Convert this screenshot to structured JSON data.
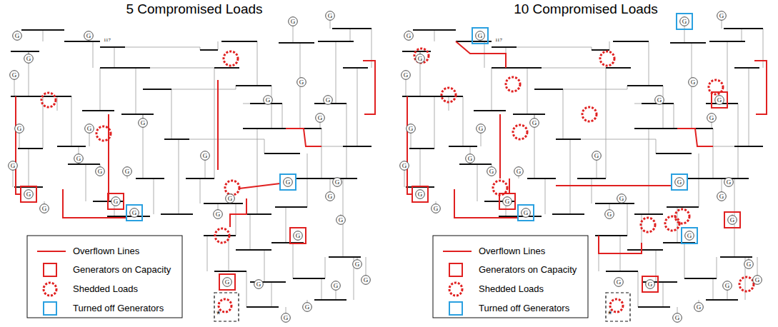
{
  "diagram": {
    "nodes": [
      {
        "text": [
          "G"
        ]
      },
      {
        "text": [
          "G"
        ]
      },
      {
        "text": [
          "G"
        ]
      },
      {
        "text": [
          "G"
        ]
      },
      {
        "text": [
          "G"
        ]
      },
      {
        "text": [
          "G"
        ]
      },
      {
        "text": [
          "G"
        ]
      },
      {
        "text": [
          "G"
        ]
      },
      {
        "text": [
          "G"
        ]
      },
      {
        "text": [
          "G"
        ]
      },
      {
        "text": [
          "G"
        ]
      },
      {
        "text": [
          "G"
        ]
      },
      {
        "text": [
          "G"
        ]
      },
      {
        "text": [
          "G"
        ]
      },
      {
        "text": [
          "G"
        ]
      },
      {
        "text": [
          "G"
        ]
      },
      {
        "text": [
          "G"
        ]
      },
      {
        "text": [
          "G"
        ]
      },
      {
        "text": [
          "G"
        ]
      },
      {
        "text": [
          "G"
        ]
      },
      {
        "text": [
          "G"
        ]
      },
      {
        "text": [
          "G"
        ]
      },
      {
        "text": [
          "G"
        ]
      },
      {
        "text": [
          "G"
        ]
      },
      {
        "text": [
          "G"
        ]
      },
      {
        "text": [
          "G"
        ]
      },
      {
        "text": [
          "G"
        ]
      },
      {
        "text": [
          "G"
        ]
      },
      {
        "text": [
          "G"
        ]
      },
      {
        "text": [
          "G"
        ]
      },
      {
        "text": [
          "G"
        ]
      },
      {
        "text": [
          "G"
        ]
      },
      {
        "text": [
          "G"
        ]
      },
      {
        "text": [
          "G"
        ]
      },
      {
        "text": [
          "G"
        ]
      },
      {
        "text": [
          "G"
        ]
      },
      {
        "text": [
          "G"
        ]
      },
      {
        "text": [
          "G"
        ]
      },
      {
        "text": [
          "G"
        ]
      },
      {
        "text": [
          "G"
        ]
      },
      {
        "text": [
          "G"
        ]
      },
      {
        "text": [
          "G"
        ]
      },
      {
        "text": [
          "G"
        ]
      },
      {
        "text": [
          "G"
        ]
      },
      {
        "text": [
          "G"
        ]
      },
      {
        "text": [
          "G"
        ]
      },
      {
        "text": [
          "G"
        ]
      },
      {
        "text": [
          "G"
        ]
      },
      {
        "text": [
          "G"
        ]
      },
      {
        "text": [
          "G"
        ]
      },
      {
        "text": [
          "G"
        ]
      },
      {
        "text": [
          "G"
        ]
      },
      {
        "text": [
          "G"
        ]
      },
      {
        "text": [
          "G"
        ]
      },
      {
        "text": [
          "G"
        ]
      },
      {
        "text": [
          "G"
        ]
      },
      {
        "text": [
          "G"
        ]
      },
      {
        "text": [
          "G"
        ]
      },
      {
        "text": [
          "G"
        ]
      },
      {
        "text": [
          "G"
        ]
      },
      {
        "text": [
          "G"
        ]
      },
      {
        "text": [
          "G"
        ]
      },
      {
        "text": [
          "G"
        ]
      },
      {
        "text": [
          "G"
        ]
      },
      {
        "text": [
          "G"
        ]
      },
      {
        "text": [
          "G"
        ]
      },
      {
        "text": [
          "G"
        ]
      },
      {
        "text": [
          "G"
        ]
      },
      {
        "text": [
          "G"
        ]
      },
      {
        "text": [
          "G"
        ]
      },
      {
        "text": [
          "G"
        ]
      },
      {
        "text": [
          "G"
        ]
      }
    ],
    "labels": [
      "5 Compromised Loads",
      "10 Compromised Loads",
      "117",
      "117",
      "*",
      "*"
    ],
    "legend": [
      {
        "text": "Overflown Lines"
      },
      {
        "text": "Generators on Capacity"
      },
      {
        "text": "Shedded Loads"
      },
      {
        "text": "Turned off Generators"
      },
      {
        "text": "Overflown Lines"
      },
      {
        "text": "Generators on Capacity"
      },
      {
        "text": "Shedded Loads"
      },
      {
        "text": "Turned off Generators"
      }
    ]
  }
}
